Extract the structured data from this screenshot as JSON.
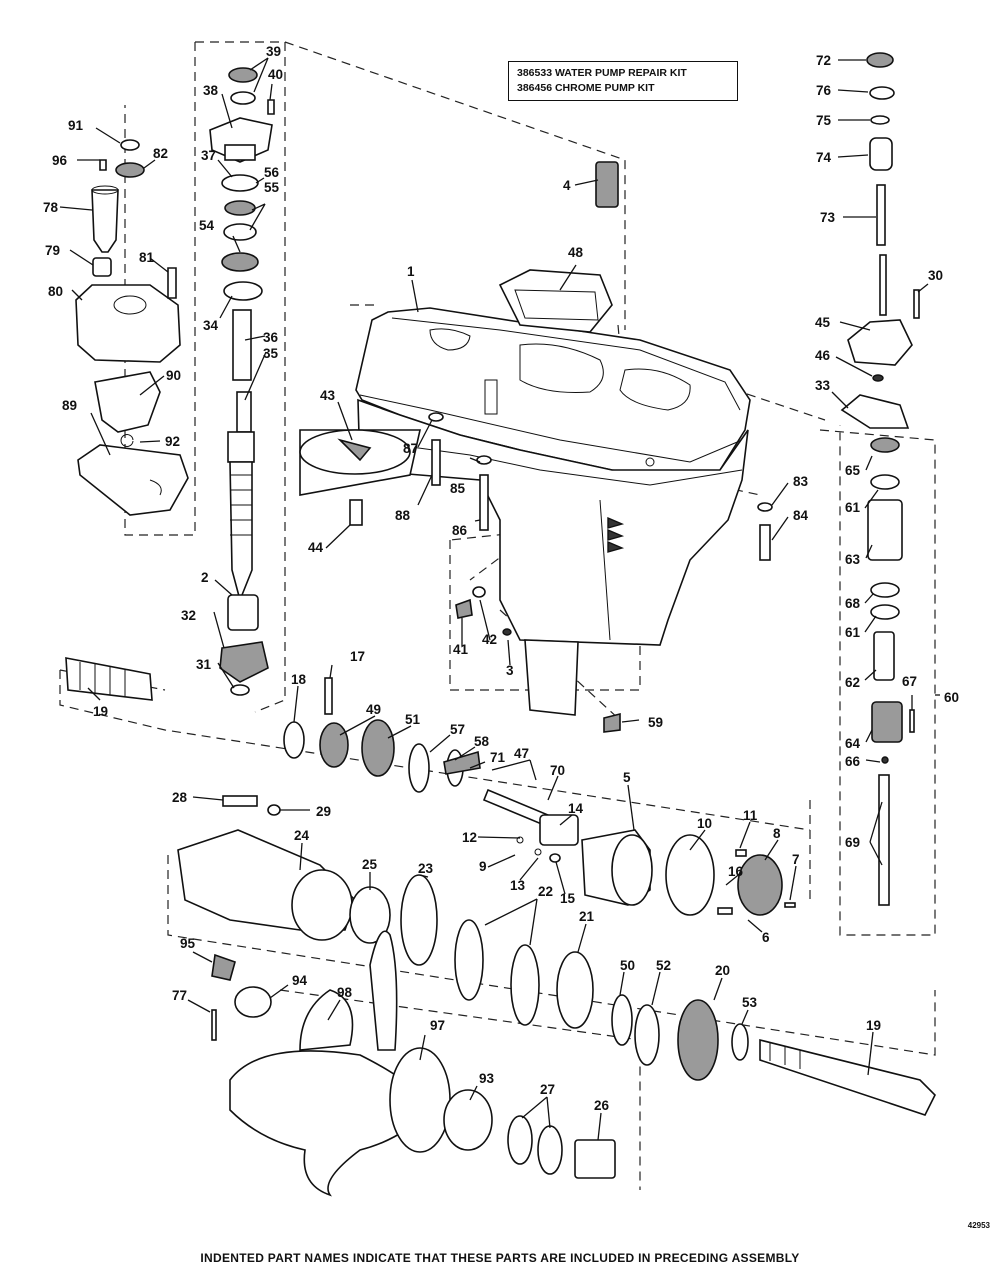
{
  "kit_box": {
    "line1": "386533 WATER PUMP REPAIR KIT",
    "line2": "386456 CHROME PUMP KIT"
  },
  "drawing_number": "42953",
  "footer_note": "INDENTED PART NAMES INDICATE THAT THESE PARTS ARE INCLUDED IN PRECEDING ASSEMBLY",
  "callouts": [
    "1",
    "2",
    "3",
    "4",
    "5",
    "6",
    "7",
    "8",
    "9",
    "10",
    "11",
    "12",
    "13",
    "14",
    "15",
    "16",
    "17",
    "18",
    "19",
    "19",
    "20",
    "21",
    "22",
    "23",
    "24",
    "25",
    "26",
    "27",
    "28",
    "29",
    "30",
    "31",
    "32",
    "33",
    "34",
    "35",
    "36",
    "37",
    "38",
    "39",
    "40",
    "41",
    "42",
    "43",
    "44",
    "45",
    "46",
    "47",
    "48",
    "49",
    "50",
    "51",
    "52",
    "53",
    "54",
    "55",
    "56",
    "57",
    "58",
    "59",
    "60",
    "61",
    "61",
    "62",
    "63",
    "64",
    "65",
    "66",
    "67",
    "68",
    "69",
    "70",
    "71",
    "72",
    "73",
    "74",
    "75",
    "76",
    "77",
    "78",
    "79",
    "80",
    "81",
    "82",
    "83",
    "84",
    "85",
    "86",
    "87",
    "88",
    "89",
    "90",
    "91",
    "92",
    "93",
    "94",
    "95",
    "96",
    "97",
    "98"
  ]
}
